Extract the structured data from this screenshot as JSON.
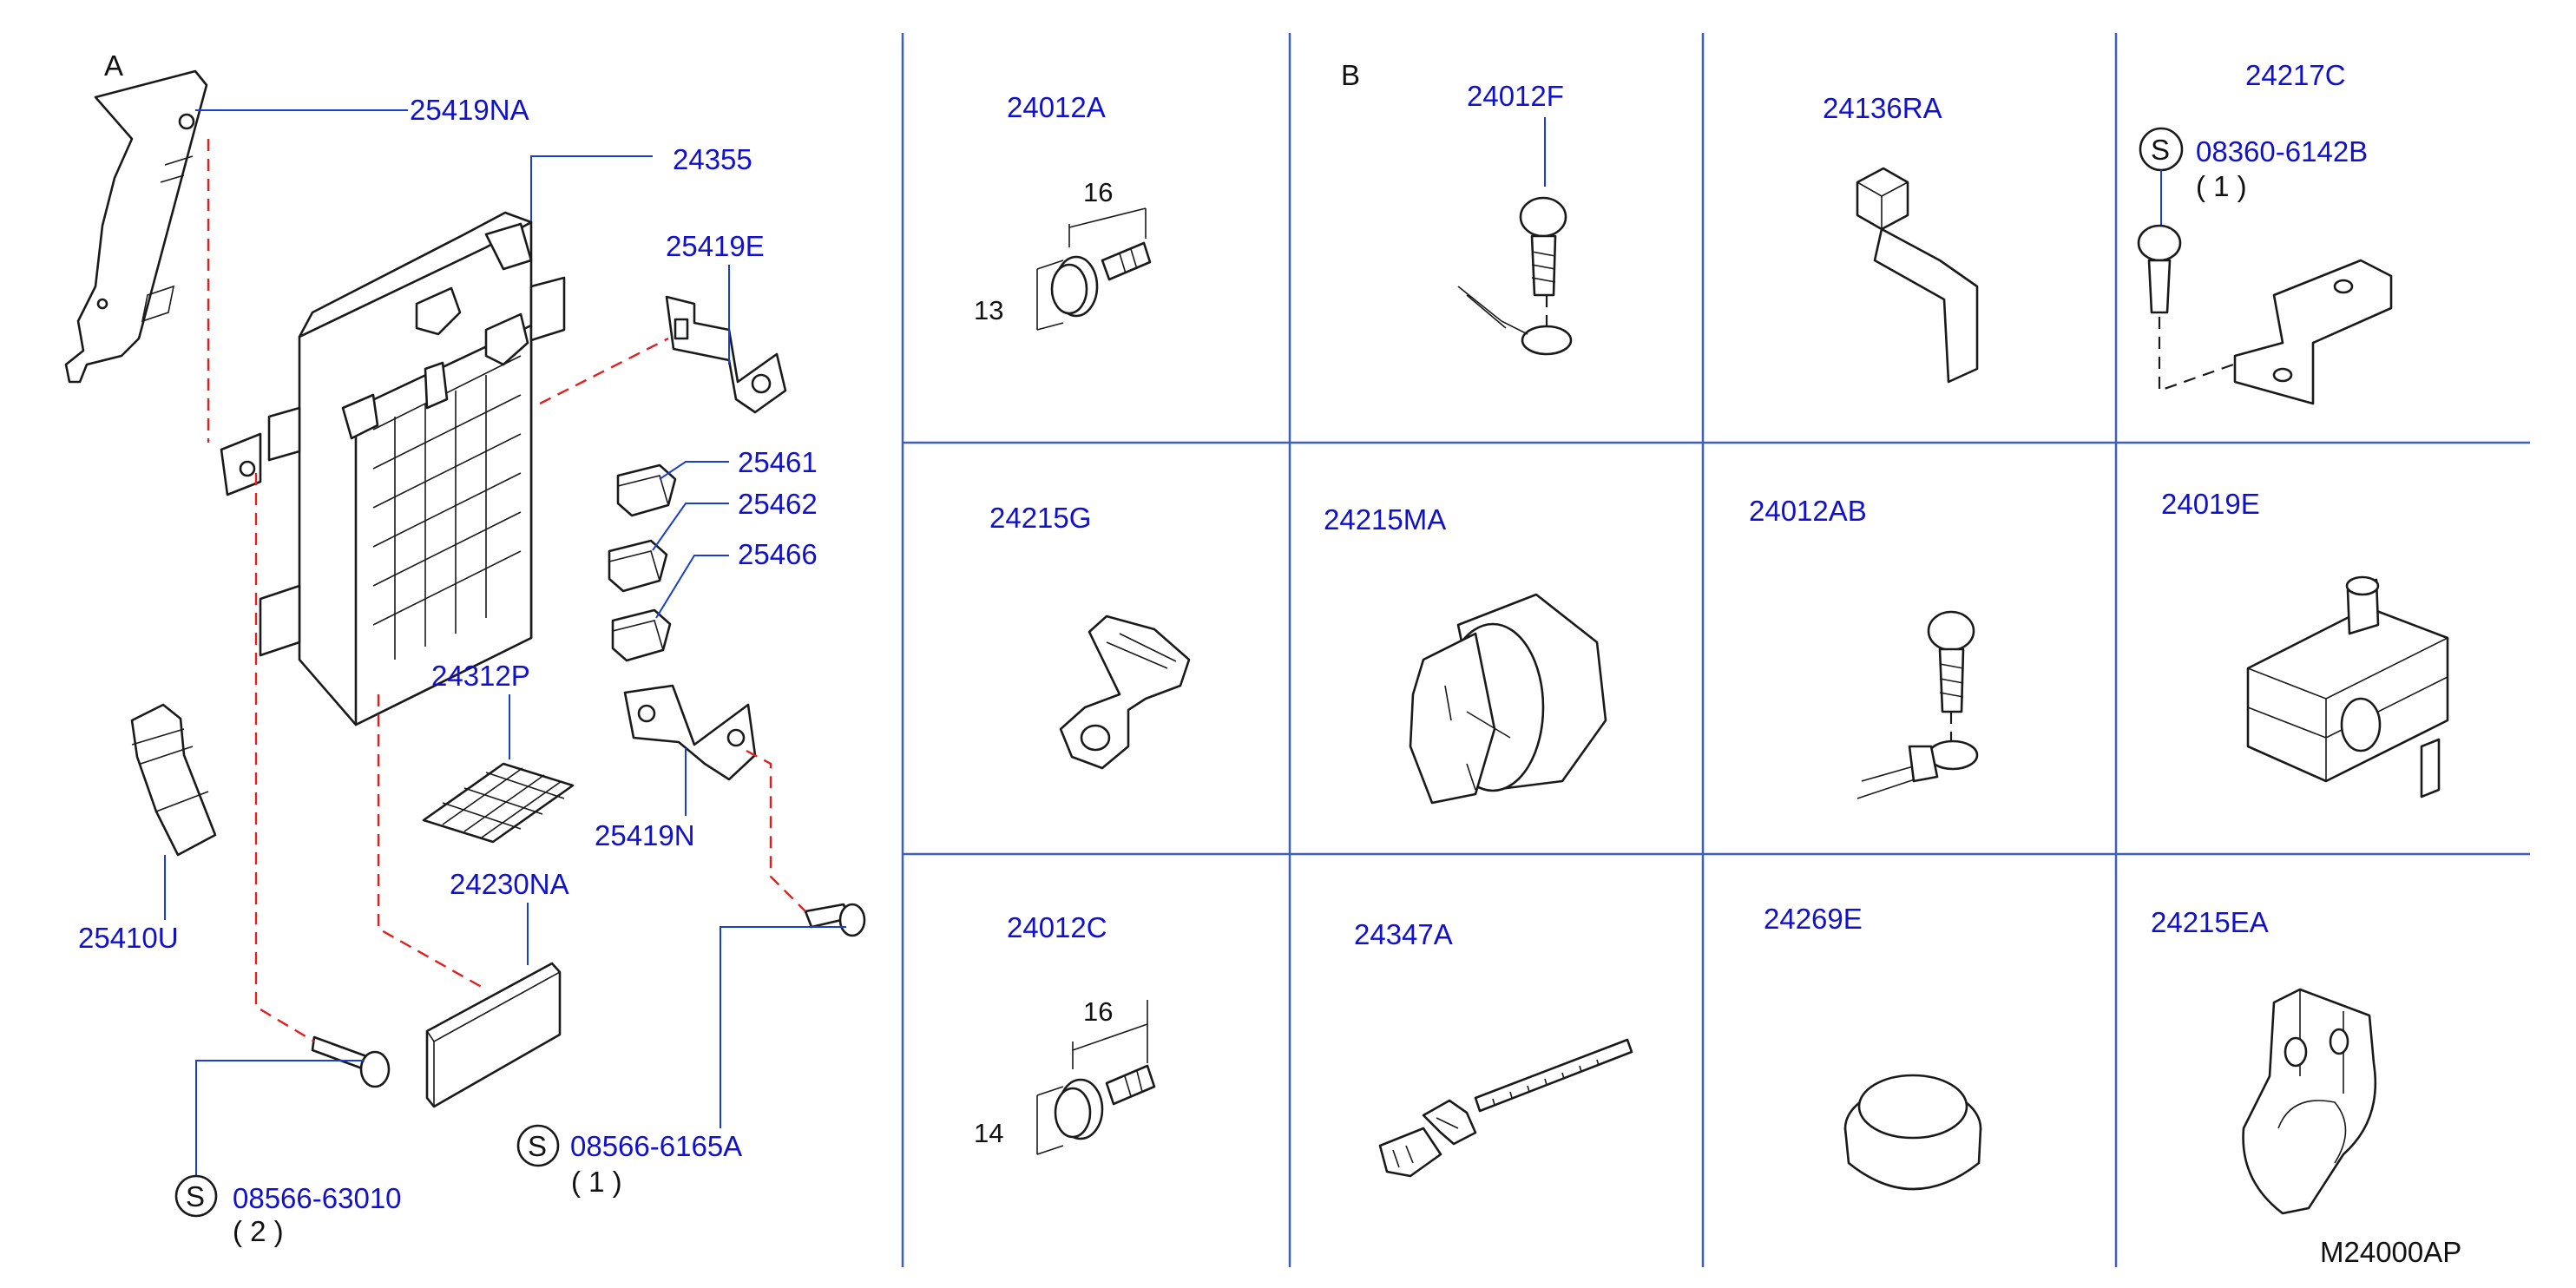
{
  "diagram": {
    "section_a": "A",
    "section_b": "B",
    "figure_code": "M24000AP",
    "standard_symbol": "S",
    "left_parts": {
      "p25419NA": "25419NA",
      "p24355": "24355",
      "p25419E": "25419E",
      "p25461": "25461",
      "p25462": "25462",
      "p25466": "25466",
      "p24312P": "24312P",
      "p25419N": "25419N",
      "p25410U": "25410U",
      "p24230NA": "24230NA",
      "p08566_6165A": "08566-6165A",
      "p08566_6165A_qty": "( 1 )",
      "p08566_63010": "08566-63010",
      "p08566_63010_qty": "( 2 )"
    },
    "cells": {
      "c24012A": "24012A",
      "c24012A_dim_len": "16",
      "c24012A_dim_dia": "13",
      "c24012F": "24012F",
      "c24136RA": "24136RA",
      "c24217C": "24217C",
      "c24217C_std": "08360-6142B",
      "c24217C_qty": "( 1 )",
      "c24215G": "24215G",
      "c24215MA": "24215MA",
      "c24012AB": "24012AB",
      "c24019E": "24019E",
      "c24012C": "24012C",
      "c24012C_dim_len": "16",
      "c24012C_dim_dia": "14",
      "c24347A": "24347A",
      "c24269E": "24269E",
      "c24215EA": "24215EA"
    },
    "colors": {
      "part_number": "#1111cc",
      "leader": "#1a3fcc",
      "grid": "#3d5fbf",
      "dashed_link": "#e02020"
    }
  }
}
